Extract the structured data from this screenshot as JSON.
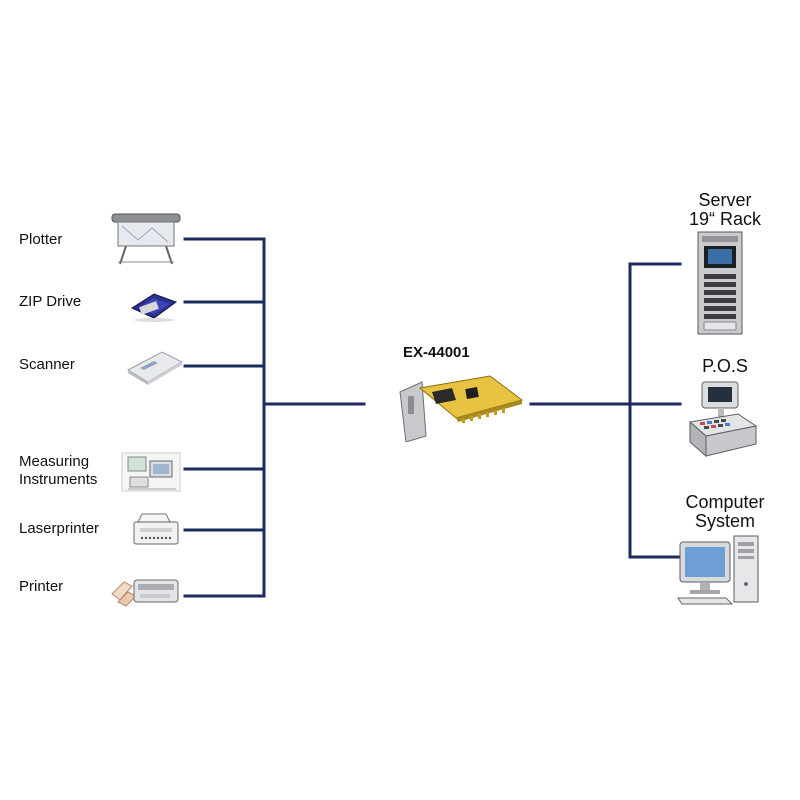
{
  "center": {
    "title": "EX-44001"
  },
  "left_devices": [
    {
      "label": "Plotter",
      "icon": "plotter-icon"
    },
    {
      "label": "ZIP Drive",
      "icon": "zip-drive-icon"
    },
    {
      "label": "Scanner",
      "icon": "scanner-icon"
    },
    {
      "label": "Measuring",
      "label2": "Instruments",
      "icon": "measuring-instruments-icon"
    },
    {
      "label": "Laserprinter",
      "icon": "laser-printer-icon"
    },
    {
      "label": "Printer",
      "icon": "printer-icon"
    }
  ],
  "right_devices": [
    {
      "label": "Server",
      "label2": "19“ Rack",
      "icon": "server-rack-icon"
    },
    {
      "label": "P.O.S",
      "icon": "pos-terminal-icon"
    },
    {
      "label": "Computer",
      "label2": "System",
      "icon": "computer-system-icon"
    }
  ],
  "colors": {
    "line": "#1f2a5c"
  }
}
